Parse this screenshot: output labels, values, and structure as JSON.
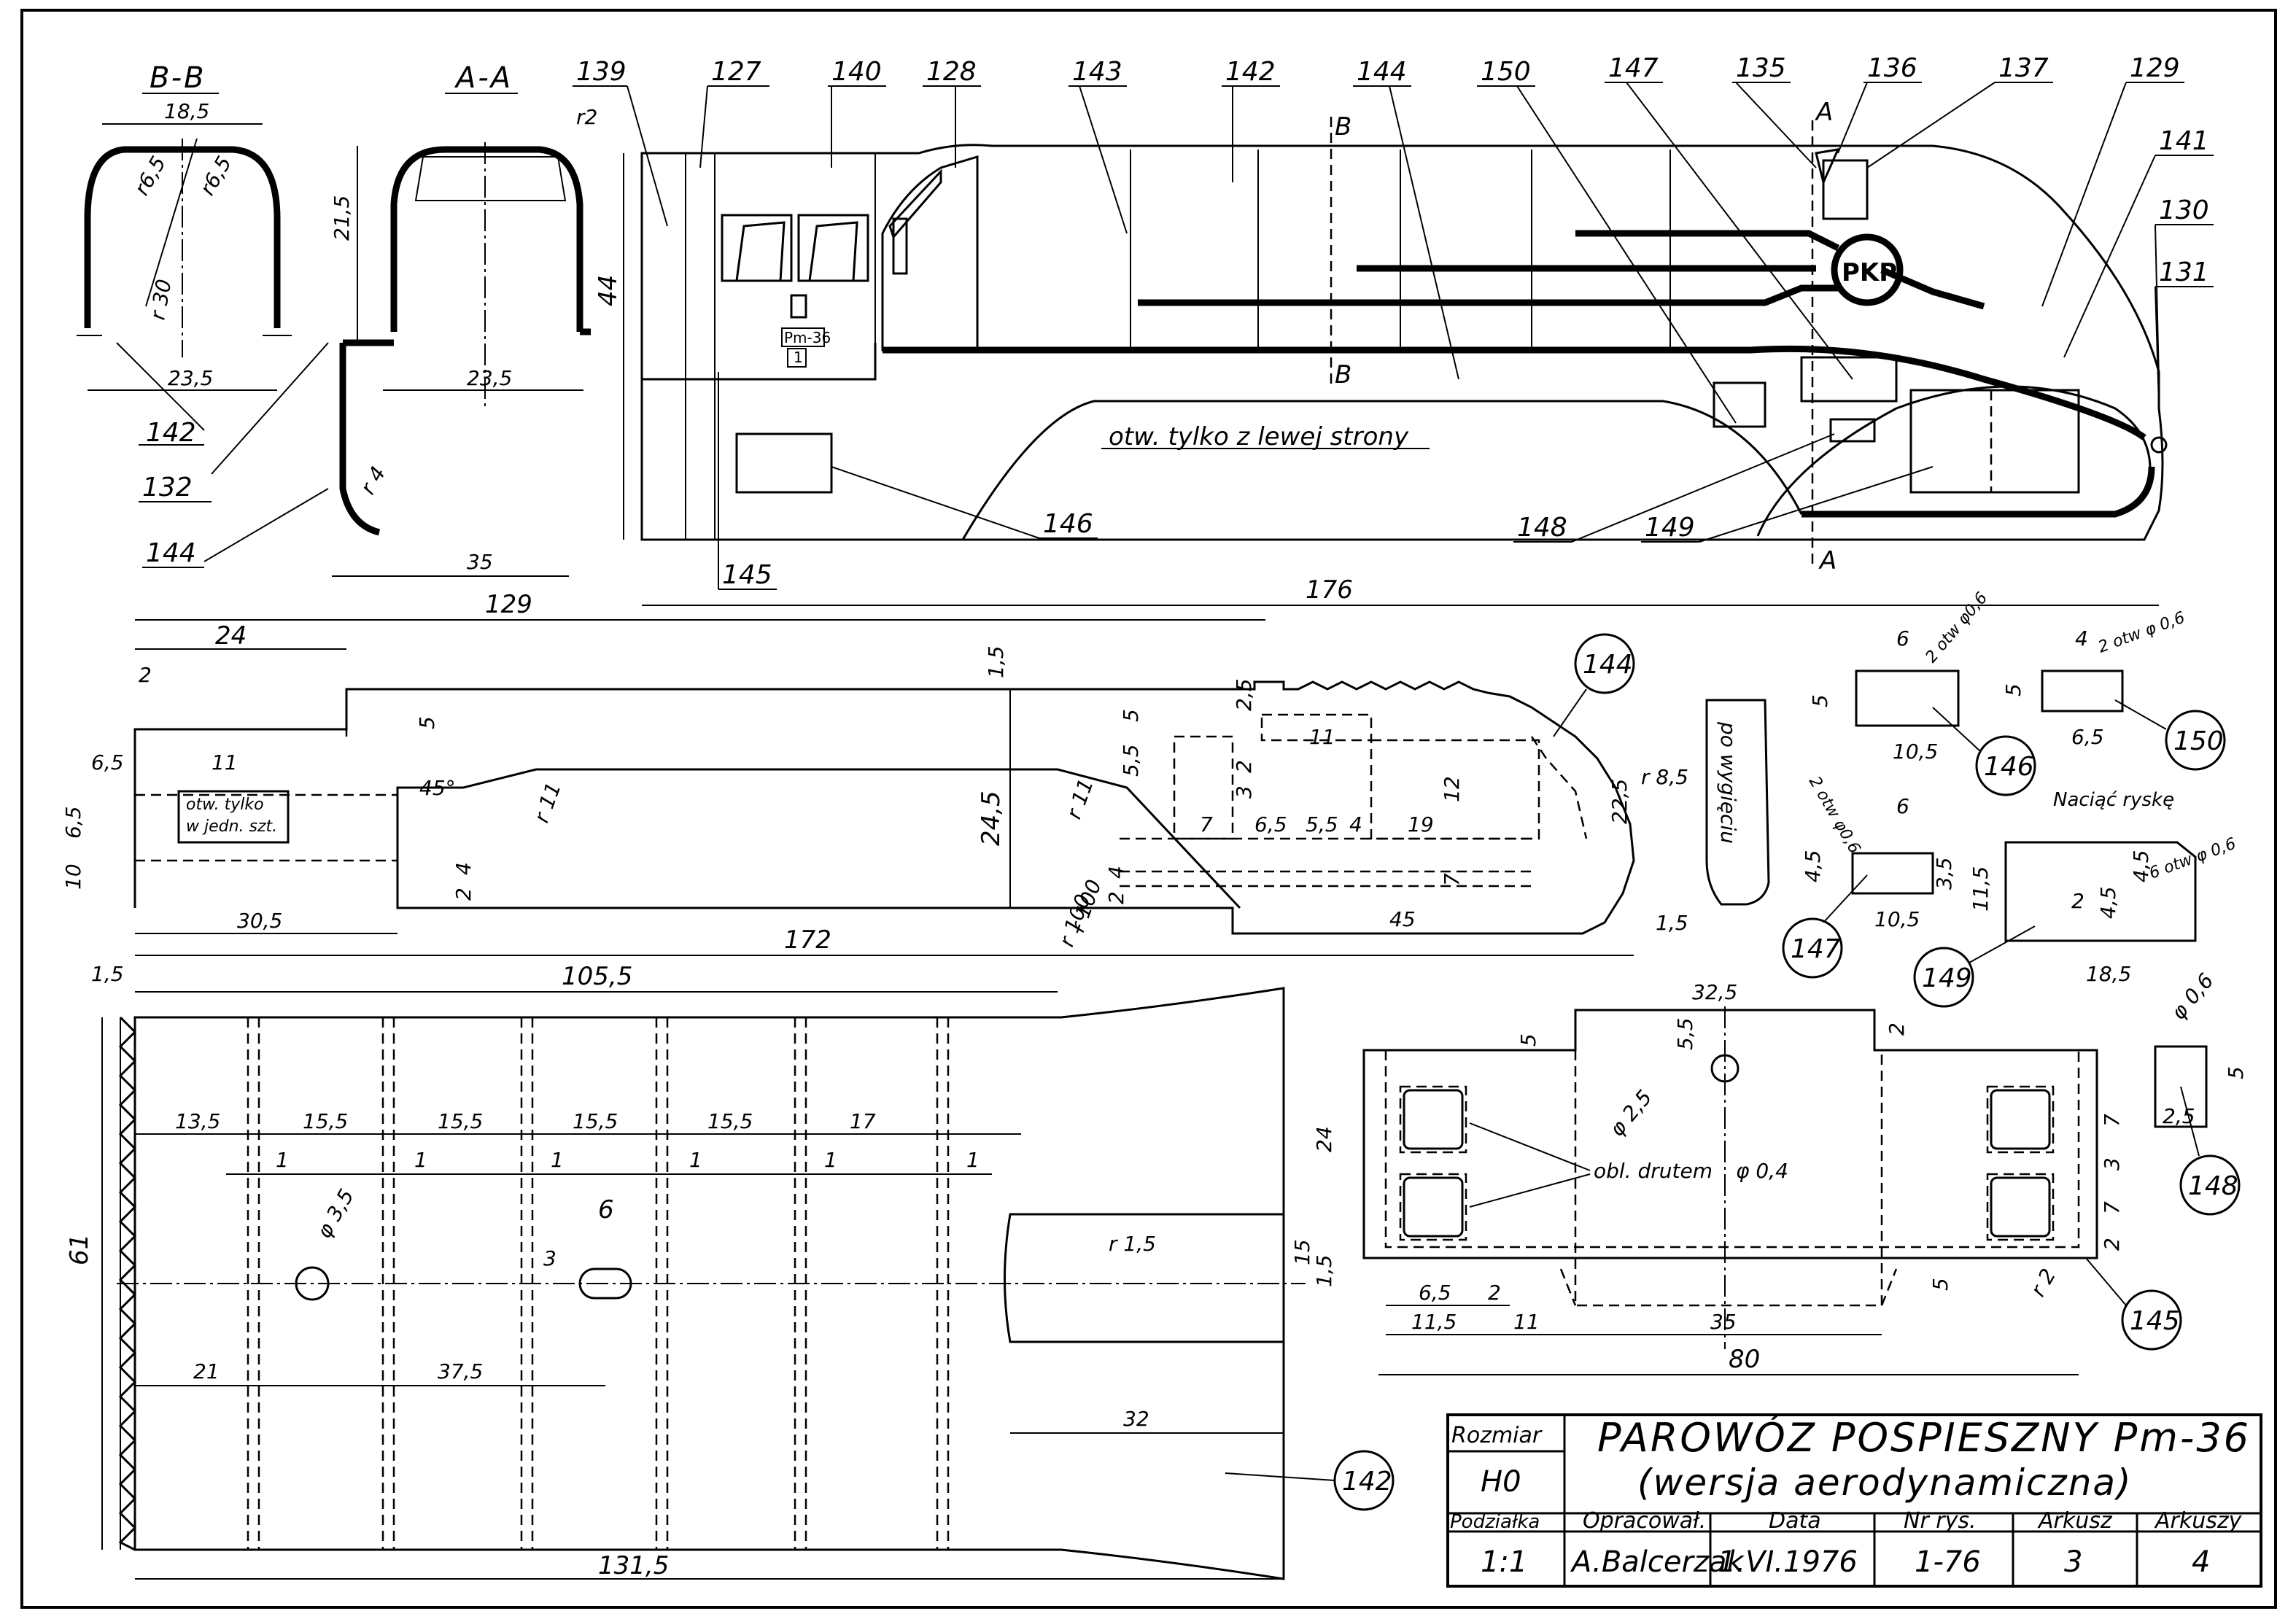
{
  "sections": {
    "bb": "B-B",
    "aa": "A-A",
    "cut_b_top": "B",
    "cut_b_bottom": "B",
    "cut_a_top": "A",
    "cut_a_bottom": "A"
  },
  "part_numbers": {
    "p139": "139",
    "p127": "127",
    "p140": "140",
    "p128": "128",
    "p143": "143",
    "p142a": "142",
    "p144a": "144",
    "p150a": "150",
    "p147a": "147",
    "p135": "135",
    "p136": "136",
    "p137": "137",
    "p129": "129",
    "p141": "141",
    "p130": "130",
    "p131": "131",
    "p142b": "142",
    "p132": "132",
    "p144b": "144",
    "p145a": "145",
    "p146a": "146",
    "p148a": "148",
    "p149a": "149",
    "c144": "144",
    "c146": "146",
    "c150": "150",
    "c147": "147",
    "c149": "149",
    "c148": "148",
    "c145": "145",
    "c142": "142"
  },
  "labels": {
    "pkp": "PKP",
    "side_note": "otw. tylko z lewej strony",
    "pm36": "Pm-36",
    "num1": "1",
    "otw_tylko": "otw. tylko",
    "w_jedn": "w jedn. szt.",
    "po_wygieciu": "po wygięciu",
    "naciac": "Naciąć ryskę",
    "obl_drutem": "obl. drutem",
    "phi04": "φ 0,4",
    "two_otw_06a": "2 otw φ0,6",
    "two_otw_06b": "2 otw φ 0,6",
    "two_otw_06c": "2 otw φ0,6",
    "six_otw_06": "6 otw φ 0,6"
  },
  "dims": {
    "d18_5": "18,5",
    "r6_5a": "r6,5",
    "r6_5b": "r6,5",
    "r30": "r 30",
    "d23_5a": "23,5",
    "r2a": "r2",
    "d21_5": "21,5",
    "d23_5b": "23,5",
    "r4": "r 4",
    "d35": "35",
    "d44": "44",
    "d176": "176",
    "d129": "129",
    "d24": "24",
    "d1_5a": "1,5",
    "d2a": "2",
    "d5a": "5",
    "d6_5a": "6,5",
    "d11a": "11",
    "d6_5b": "6,5",
    "d10": "10",
    "d45deg": "45°",
    "r11a": "r 11",
    "d24_5": "24,5",
    "r11b": "r 11",
    "d30_5": "30,5",
    "d2b": "2",
    "d4a": "4",
    "d172": "172",
    "d5b": "5",
    "d5_5": "5,5",
    "d2_5": "2,5",
    "d2c": "2",
    "d3a": "3",
    "d11b": "11",
    "d7a": "7",
    "d6_5c": "6,5",
    "d5_5b": "5,5",
    "d4b": "4",
    "r100a": "r 100",
    "d19": "19",
    "d12": "12",
    "d7b": "7",
    "d45": "45",
    "r8_5": "r 8,5",
    "d22_5": "22,5",
    "d1_5b": "1,5",
    "d2d": "2",
    "d4c": "4",
    "d6a": "6",
    "d5c": "5",
    "d10_5a": "10,5",
    "d4d": "4",
    "d5d": "5",
    "d6_5d": "6,5",
    "d6b": "6",
    "d4_5a": "4,5",
    "d3_5": "3,5",
    "d10_5b": "10,5",
    "d11_5a": "11,5",
    "d2e": "2",
    "d4_5b": "4,5",
    "d4_5c": "4,5",
    "d18_5b": "18,5",
    "d1_5c": "1,5",
    "d105_5": "105,5",
    "r100b": "r 100",
    "d61": "61",
    "d13_5": "13,5",
    "d15_5a": "15,5",
    "d15_5b": "15,5",
    "d15_5c": "15,5",
    "d15_5d": "15,5",
    "d17": "17",
    "d1a": "1",
    "d1b": "1",
    "d1c": "1",
    "d1d": "1",
    "d1e": "1",
    "d1f": "1",
    "phi3_5": "φ 3,5",
    "d6c": "6",
    "d3b": "3",
    "r1_5": "r 1,5",
    "d15": "15",
    "d21": "21",
    "d37_5": "37,5",
    "d32": "32",
    "d131_5": "131,5",
    "d32_5": "32,5",
    "d5_5c": "5,5",
    "d2f": "2",
    "d5e": "5",
    "phi2_5": "φ 2,5",
    "d24b": "24",
    "d1_5d": "1,5",
    "d6_5e": "6,5",
    "d2g": "2",
    "d11_5b": "11,5",
    "d11c": "11",
    "d35b": "35",
    "d5f": "5",
    "d80": "80",
    "d7c": "7",
    "d3c": "3",
    "d7d": "7",
    "d2h": "2",
    "r2b": "r 2",
    "phi0_6": "φ 0,6",
    "d5g": "5",
    "d2_5b": "2,5"
  },
  "title_block": {
    "size_head": "Rozmiar",
    "size_val": "H0",
    "scale_head": "Podziałka",
    "scale_val": "1:1",
    "title": "PAROWÓZ  POSPIESZNY   Pm-36",
    "subtitle": "(wersja aerodynamiczna)",
    "author_head": "Opracował.",
    "author_val": "A.Balcerzak",
    "date_head": "Data",
    "date_val": "1.VI.1976",
    "drawing_no_head": "Nr rys.",
    "drawing_no_val": "1-76",
    "sheet_head": "Arkusz",
    "sheet_val": "3",
    "sheets_head": "Arkuszy",
    "sheets_val": "4"
  }
}
